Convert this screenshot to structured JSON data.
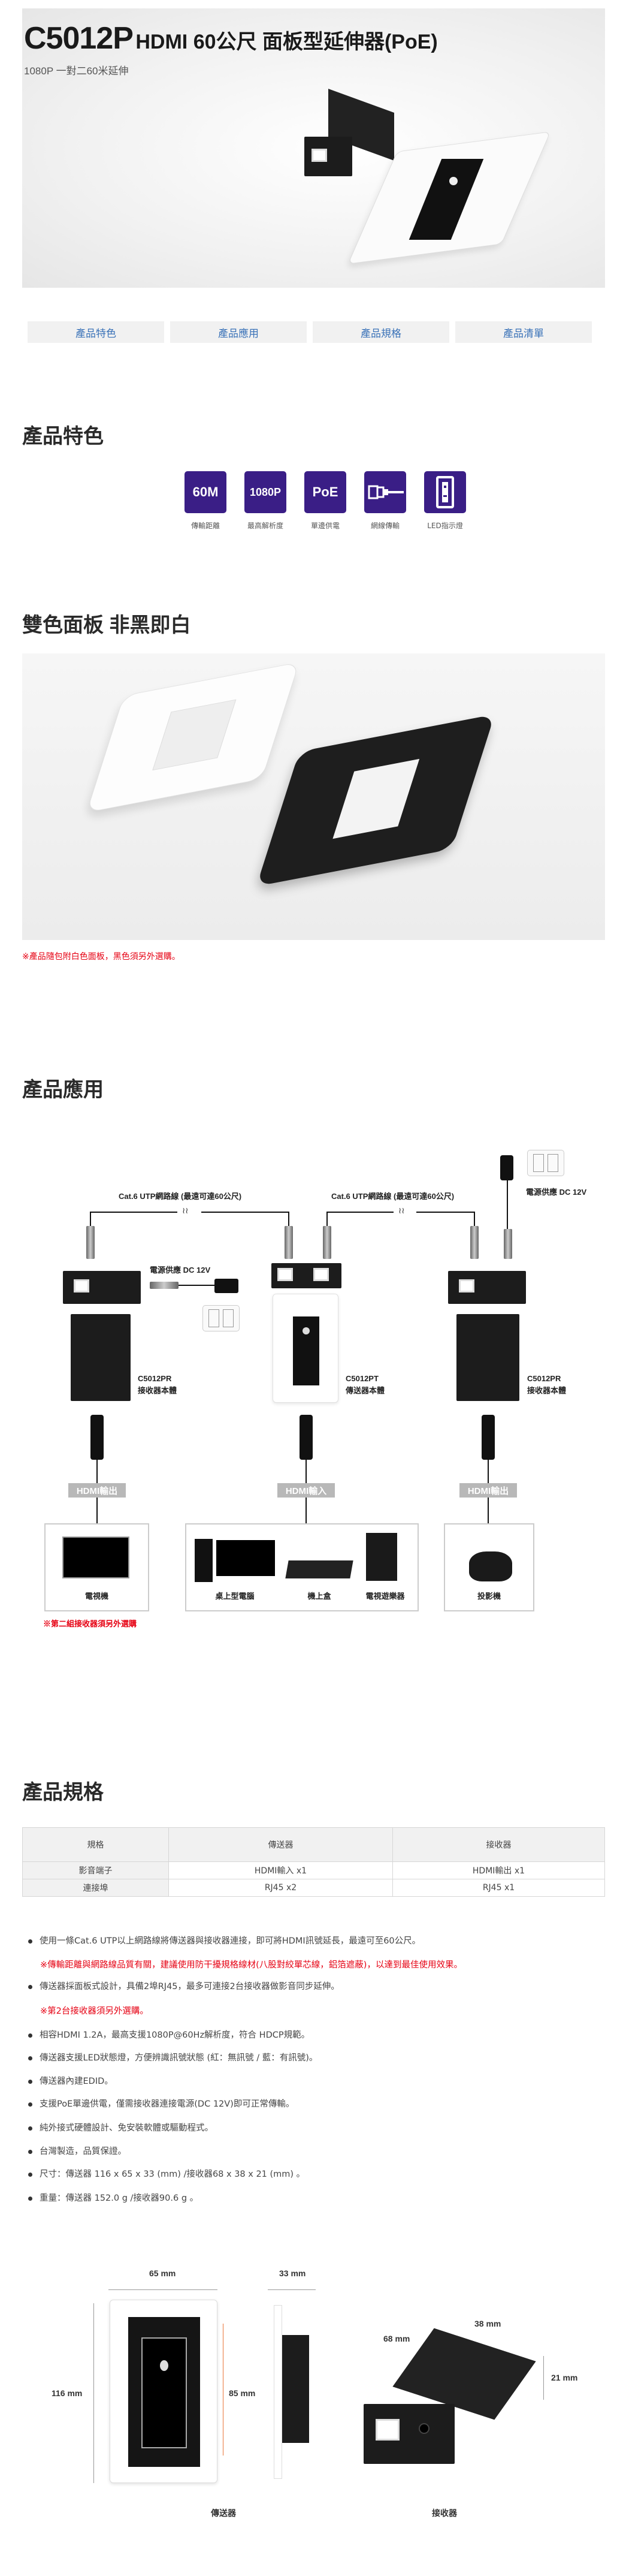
{
  "hero": {
    "model": "C5012P",
    "title_rest": "HDMI 60公尺 面板型延伸器(PoE)",
    "subtitle": "1080P 一對二60米延伸"
  },
  "nav": {
    "tabs": [
      {
        "label": "產品特色"
      },
      {
        "label": "產品應用"
      },
      {
        "label": "產品規格"
      },
      {
        "label": "產品清單"
      }
    ]
  },
  "features": {
    "heading": "產品特色",
    "accent_color": "#3a1e86",
    "items": [
      {
        "icon_text": "60M",
        "label": "傳輸距離"
      },
      {
        "icon_text": "1080P",
        "label": "最高解析度"
      },
      {
        "icon_text": "PoE",
        "label": "單邊供電"
      },
      {
        "icon": "ethernet-cable-icon",
        "label": "網線傳輸"
      },
      {
        "icon": "led-panel-icon",
        "label": "LED指示燈"
      }
    ]
  },
  "panel_section": {
    "heading": "雙色面板 非黑即白",
    "note": "※產品隨包附白色面板，黑色須另外選購。"
  },
  "application": {
    "heading": "產品應用",
    "cable_label": "Cat.6 UTP網路線 (最遠可達60公尺)",
    "power_label": "電源供應 DC 12V",
    "receiver_model": "C5012PR",
    "receiver_name": "接收器本體",
    "transmitter_model": "C5012PT",
    "transmitter_name": "傳送器本體",
    "hdmi_out": "HDMI輸出",
    "hdmi_in": "HDMI輸入",
    "devices": {
      "tv": "電視機",
      "pc": "桌上型電腦",
      "stb": "機上盒",
      "console": "電視遊樂器",
      "projector": "投影機"
    },
    "note": "※第二組接收器須另外選購"
  },
  "specs": {
    "heading": "產品規格",
    "table": {
      "headers": [
        "規格",
        "傳送器",
        "接收器"
      ],
      "rows": [
        [
          "影音端子",
          "HDMI輸入 x1",
          "HDMI輸出 x1"
        ],
        [
          "連接埠",
          "RJ45 x2",
          "RJ45 x1"
        ]
      ]
    },
    "bullets": [
      {
        "text": "使用一條Cat.6 UTP以上網路線將傳送器與接收器連接，即可將HDMI訊號延長，最遠可至60公尺。",
        "note": "※傳輸距離與網路線品質有關，建議使用防干擾規格線材(八股對絞單芯線，鋁箔遮蔽)，以達到最佳使用效果。"
      },
      {
        "text": "傳送器採面板式設計，具備2埠RJ45，最多可連接2台接收器做影音同步延伸。",
        "note": "※第2台接收器須另外選購。"
      },
      {
        "text": "相容HDMI 1.2A，最高支援1080P@60Hz解析度，符合 HDCP規範。"
      },
      {
        "text": "傳送器支援LED狀態燈，方便辨識訊號狀態 (紅：無訊號 / 藍：有訊號)。"
      },
      {
        "text": "傳送器內建EDID。"
      },
      {
        "text": "支援PoE單邊供電，僅需接收器連接電源(DC 12V)即可正常傳輸。"
      },
      {
        "text": "純外接式硬體設計、免安裝軟體或驅動程式。"
      },
      {
        "text": "台灣製造，品質保證。"
      },
      {
        "text": "尺寸：傳送器 116 x 65 x 33 (mm) /接收器68 x 38 x 21 (mm) 。"
      },
      {
        "text": "重量：傳送器 152.0 g /接收器90.6 g 。"
      }
    ]
  },
  "dimensions": {
    "transmitter": {
      "width": "65 mm",
      "depth": "33 mm",
      "height": "116 mm",
      "inner": "85 mm",
      "label": "傳送器"
    },
    "receiver": {
      "length": "68 mm",
      "width": "38 mm",
      "height": "21 mm",
      "label": "接收器"
    }
  }
}
